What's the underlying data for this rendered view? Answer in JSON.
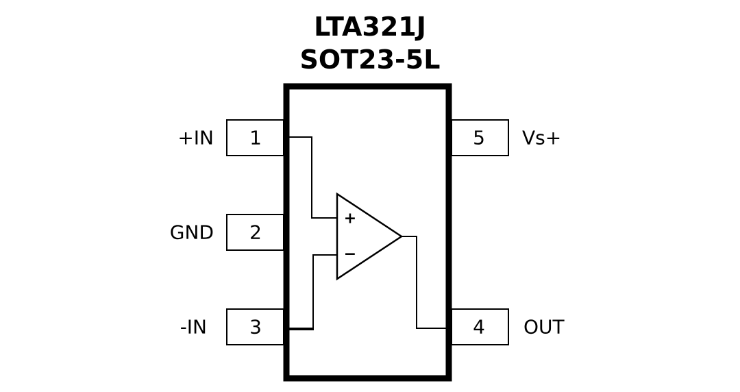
{
  "title": {
    "part_number": "LTA321J",
    "package": "SOT23-5L"
  },
  "pins": [
    {
      "number": "1",
      "label": "+IN"
    },
    {
      "number": "2",
      "label": "GND"
    },
    {
      "number": "3",
      "label": "-IN"
    },
    {
      "number": "4",
      "label": "OUT"
    },
    {
      "number": "5",
      "label": "Vs+"
    }
  ],
  "opamp": {
    "non_inverting_sign": "+",
    "inverting_sign": "−"
  },
  "colors": {
    "line": "#000000",
    "background": "#ffffff"
  }
}
